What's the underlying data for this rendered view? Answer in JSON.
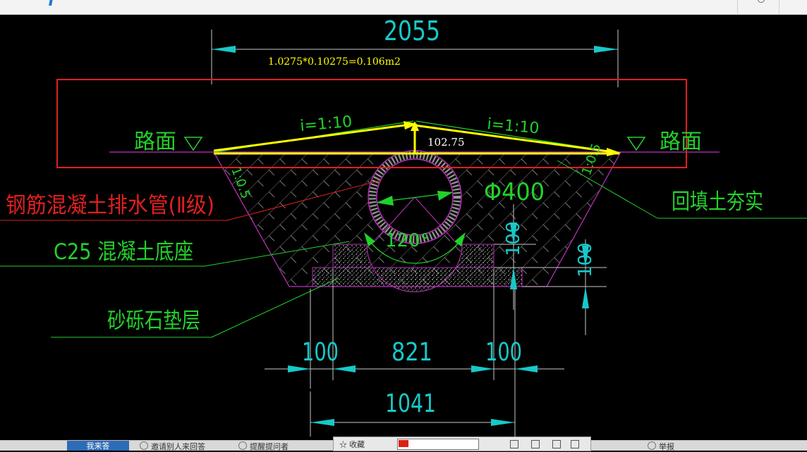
{
  "colors": {
    "background": "#000000",
    "dimension": "#18c8c8",
    "label_green": "#22d12a",
    "label_red": "#e02020",
    "annotation_yellow": "#ffff00",
    "outline_magenta": "#c030c0",
    "highlight_box": "#e02020"
  },
  "drawing": {
    "top_dimension": "2055",
    "area_formula": "1.0275*0.10275=0.106m2",
    "height_annotation": "102.75",
    "road_left": "路面",
    "road_right": "路面",
    "slope_left": "i=1:10",
    "slope_right": "i=1:10",
    "side_slope_left": "1:0.5",
    "side_slope_right": "1:0.5",
    "pipe_label": "钢筋混凝土排水管(Ⅱ级)",
    "base_label": "C25 混凝土底座",
    "gravel_label": "砂砾石垫层",
    "backfill_label": "回填土夯实",
    "diameter_label": "Φ400",
    "angle_label": "120°",
    "base_height_1": "100",
    "base_height_2": "100",
    "bottom_dim_left": "100",
    "bottom_dim_mid": "821",
    "bottom_dim_right": "100",
    "bottom_total": "1041"
  },
  "bottom_bar": {
    "answer_button": "我来答",
    "invite": "邀请别人来回答",
    "remind": "提醒提问者",
    "collect": "收藏",
    "report": "举报"
  }
}
